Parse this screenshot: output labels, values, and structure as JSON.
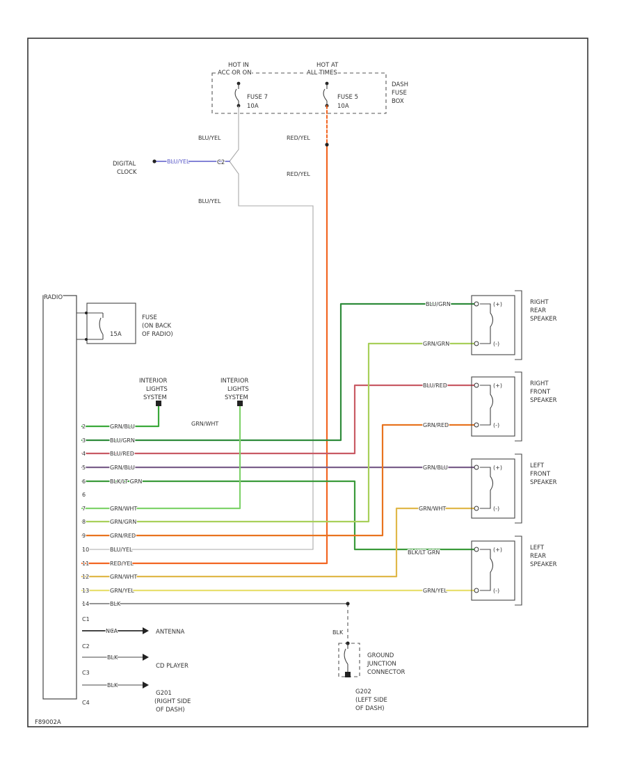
{
  "colors": {
    "frame": "#333333",
    "blu_yel": "#b0b0b0",
    "red_yel": "#f26522",
    "blu_grn": "#2e8b3a",
    "grn_blu": "#3aa83a",
    "blu_red": "#c85a64",
    "grn_grn": "#8bc34a",
    "grn_red": "#e8731f",
    "grn_yel_spk": "#e0b84a",
    "blk_lt_grn": "#3a9a3a",
    "grn_wht": "#7fd36b",
    "grn_yel": "#e6c34a",
    "grn_yel_pwr": "#e8e070",
    "blk": "#555555",
    "clock_wire": "#5a5ac8"
  },
  "fuse_box": {
    "hot_in_1": "HOT IN",
    "hot_in_1_sub": "ACC OR ON",
    "hot_at_2": "HOT AT",
    "hot_at_2_sub": "ALL TIMES",
    "fuse_7": "FUSE 7",
    "fuse_7_rating": "10A",
    "fuse_5": "FUSE 5",
    "fuse_5_rating": "10A",
    "box_label_1": "DASH",
    "box_label_2": "FUSE",
    "box_label_3": "BOX"
  },
  "clock": {
    "label_1": "DIGITAL",
    "label_2": "CLOCK",
    "wire": "BLU/YEL",
    "connector": "C2"
  },
  "wires": {
    "blu_yel_top": "BLU/YEL",
    "blu_yel_low": "BLU/YEL",
    "red_yel_top": "RED/YEL",
    "red_yel_low": "RED/YEL",
    "grn_wht": "GRN/WHT",
    "blk": "BLK"
  },
  "radio": {
    "title": "RADIO",
    "fuse_label_1": "FUSE",
    "fuse_label_2": "(ON BACK",
    "fuse_label_3": "OF RADIO)",
    "fuse_rating": "15A"
  },
  "interior_lights": [
    {
      "l1": "INTERIOR",
      "l2": "LIGHTS",
      "l3": "SYSTEM"
    },
    {
      "l1": "INTERIOR",
      "l2": "LIGHTS",
      "l3": "SYSTEM"
    }
  ],
  "radio_pins": [
    {
      "pin": "2",
      "wire": "GRN/BLU"
    },
    {
      "pin": "3",
      "wire": "BLU/GRN"
    },
    {
      "pin": "4",
      "wire": "BLU/RED"
    },
    {
      "pin": "5",
      "wire": "GRN/BLU"
    },
    {
      "pin": "6",
      "wire": "BLK/LT GRN"
    },
    {
      "pin": "6",
      "wire": ""
    },
    {
      "pin": "7",
      "wire": "GRN/WHT"
    },
    {
      "pin": "8",
      "wire": "GRN/GRN"
    },
    {
      "pin": "9",
      "wire": "GRN/RED"
    },
    {
      "pin": "10",
      "wire": "BLU/YEL"
    },
    {
      "pin": "11",
      "wire": "RED/YEL"
    },
    {
      "pin": "12",
      "wire": "GRN/WHT"
    },
    {
      "pin": "13",
      "wire": "GRN/YEL"
    },
    {
      "pin": "14",
      "wire": "BLK"
    }
  ],
  "connectors": [
    {
      "name": "C1",
      "wire": "NCA",
      "target_1": "ANTENNA",
      "target_2": "",
      "target_3": ""
    },
    {
      "name": "C2",
      "wire": "BLK",
      "target_1": "CD PLAYER",
      "target_2": "",
      "target_3": ""
    },
    {
      "name": "C3",
      "wire": "BLK",
      "target_1": "G201",
      "target_2": "(RIGHT SIDE",
      "target_3": "OF DASH)"
    },
    {
      "name": "C4",
      "wire": "",
      "target_1": "",
      "target_2": "",
      "target_3": ""
    }
  ],
  "speakers": [
    {
      "l1": "RIGHT",
      "l2": "REAR",
      "l3": "SPEAKER",
      "pos_wire": "BLU/GRN",
      "neg_wire": "GRN/GRN"
    },
    {
      "l1": "RIGHT",
      "l2": "FRONT",
      "l3": "SPEAKER",
      "pos_wire": "BLU/RED",
      "neg_wire": "GRN/RED"
    },
    {
      "l1": "LEFT",
      "l2": "FRONT",
      "l3": "SPEAKER",
      "pos_wire": "GRN/BLU",
      "neg_wire": "GRN/WHT"
    },
    {
      "l1": "LEFT",
      "l2": "REAR",
      "l3": "SPEAKER",
      "pos_wire": "BLK/LT GRN",
      "neg_wire": "GRN/YEL"
    }
  ],
  "speaker_pins": {
    "positive": "(+)",
    "negative": "(-)"
  },
  "ground": {
    "wire": "BLK",
    "label_1": "GROUND",
    "label_2": "JUNCTION",
    "label_3": "CONNECTOR",
    "g_1": "G202",
    "g_2": "(LEFT SIDE",
    "g_3": "OF DASH)"
  },
  "footer_code": "F89002A"
}
